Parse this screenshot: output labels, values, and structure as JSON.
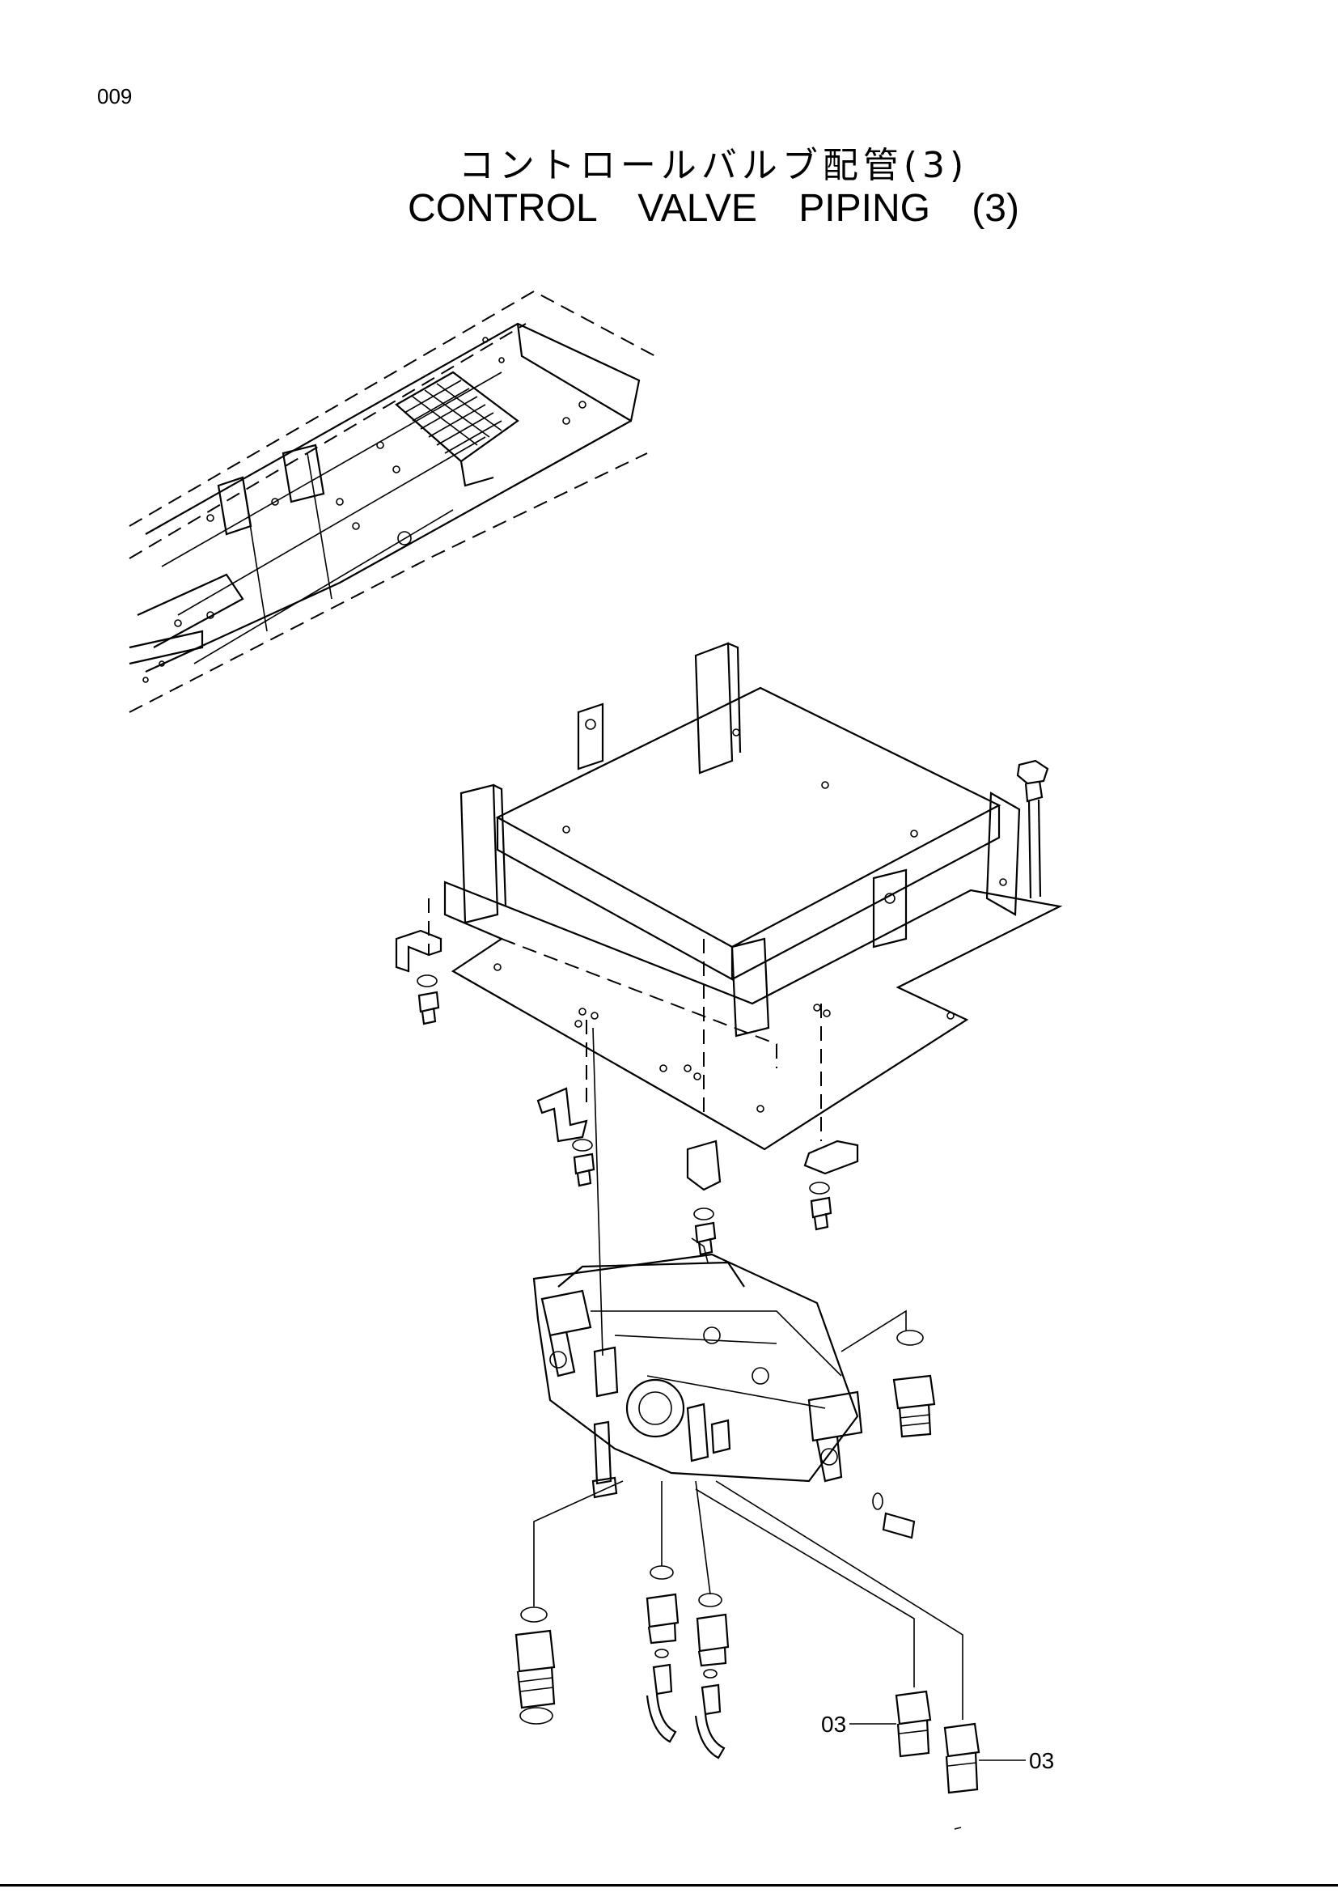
{
  "page_number": "009",
  "title": {
    "japanese": "コントロールバルブ配管(3)",
    "english": "CONTROL VALVE PIPING (3)"
  },
  "callouts": {
    "fitting_left": "03",
    "fitting_right": "03"
  },
  "icons": [
    "frame-assembly-icon",
    "valve-cover-plate-icon",
    "control-valve-icon",
    "bolt-icon",
    "washer-icon",
    "bracket-icon",
    "fitting-icon",
    "elbow-icon",
    "o-ring-icon"
  ]
}
